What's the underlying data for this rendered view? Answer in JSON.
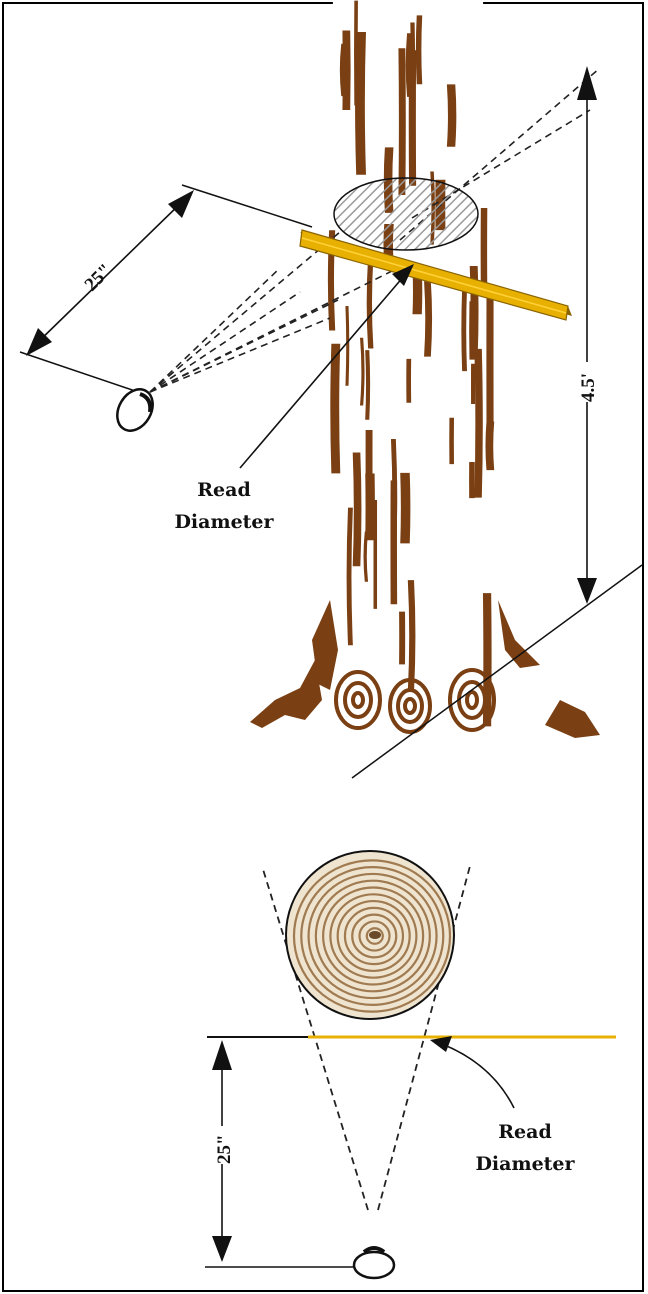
{
  "top_figure": {
    "label_read": "Read",
    "label_diameter": "Diameter",
    "dim_distance": "25\"",
    "dim_height": "4.5'"
  },
  "bottom_figure": {
    "label_read": "Read",
    "label_diameter": "Diameter",
    "dim_distance": "25\""
  },
  "colors": {
    "bark": "#7a3f12",
    "stick": "#e8b000",
    "stick_edge": "#8a6400",
    "rings": "#a07a50",
    "stump_fill": "#efe4cf",
    "line": "#111111",
    "hatch": "#9a9a9a"
  },
  "icons": [
    "tree-trunk",
    "cut-section-ellipse",
    "biltmore-stick",
    "eye-icon",
    "stump-cross-section",
    "arrow-icon"
  ]
}
